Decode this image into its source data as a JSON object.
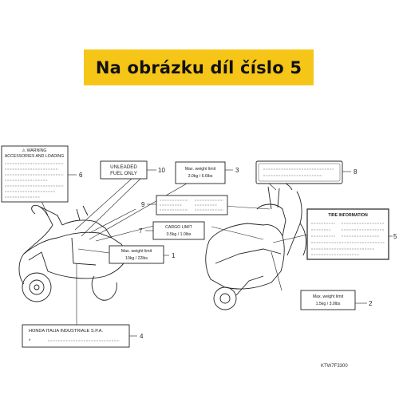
{
  "banner": {
    "title": "Na obrázku díl číslo 5"
  },
  "labels": {
    "warning": {
      "line1": "⚠ WARNING",
      "line2": "ACCESSORIES AND LOADING"
    },
    "fuel": {
      "line1": "UNLEADED",
      "line2": "FUEL ONLY"
    },
    "maxweight_top": {
      "title": "Max. weight limit",
      "value": "3.0kg / 6.6lbs"
    },
    "maxweight_left": {
      "title": "Max. weight limit",
      "value": "10kg / 22lbs"
    },
    "cargo": {
      "title": "CARGO LIMIT",
      "value": "0.5kg / 1.0lbs"
    },
    "tire": {
      "title": "TIRE INFORMATION"
    },
    "maxweight_right": {
      "title": "Max. weight limit",
      "value": "1.5kg / 3.0lbs"
    },
    "honda": {
      "title": "HONDA ITALIA INDUSTRIALE S.P.A."
    }
  },
  "callouts": [
    "1",
    "2",
    "3",
    "4",
    "5",
    "6",
    "7",
    "8",
    "9",
    "10"
  ],
  "diagram_code": "KTW7F3300"
}
